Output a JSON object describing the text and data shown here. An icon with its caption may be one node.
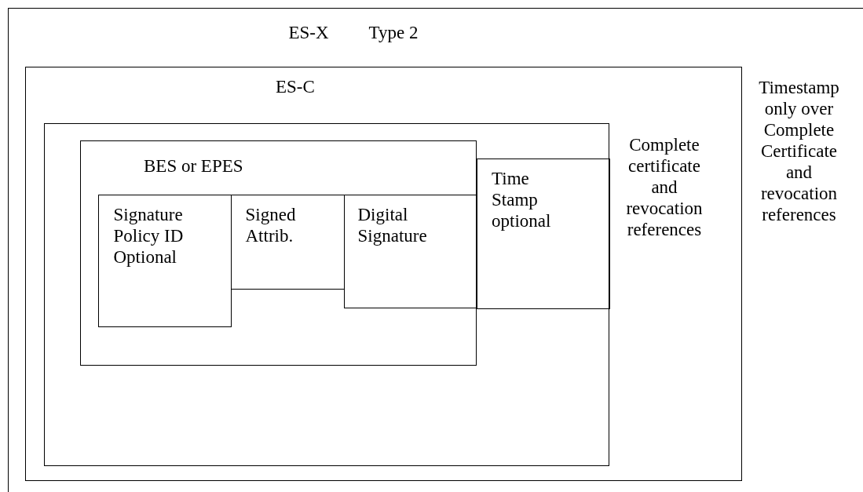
{
  "diagram": {
    "nodes": [
      {
        "text": [
          "ES-X",
          "Type 2",
          "Timestamp only over Complete Certificate and revocation references"
        ]
      },
      {
        "text": [
          "ES-C",
          "Complete certificate and revocation references"
        ],
        "in": 0
      },
      {
        "text": [],
        "shape": "box",
        "in": 1
      },
      {
        "text": [
          "BES or EPES"
        ],
        "in": 2
      },
      {
        "text": [
          "Signature Policy ID Optional"
        ],
        "in": 3
      },
      {
        "text": [
          "Signed Attrib."
        ],
        "in": 3
      },
      {
        "text": [
          "Digital Signature"
        ],
        "in": 3
      },
      {
        "text": [
          "Time Stamp optional"
        ],
        "in": 2
      }
    ]
  }
}
